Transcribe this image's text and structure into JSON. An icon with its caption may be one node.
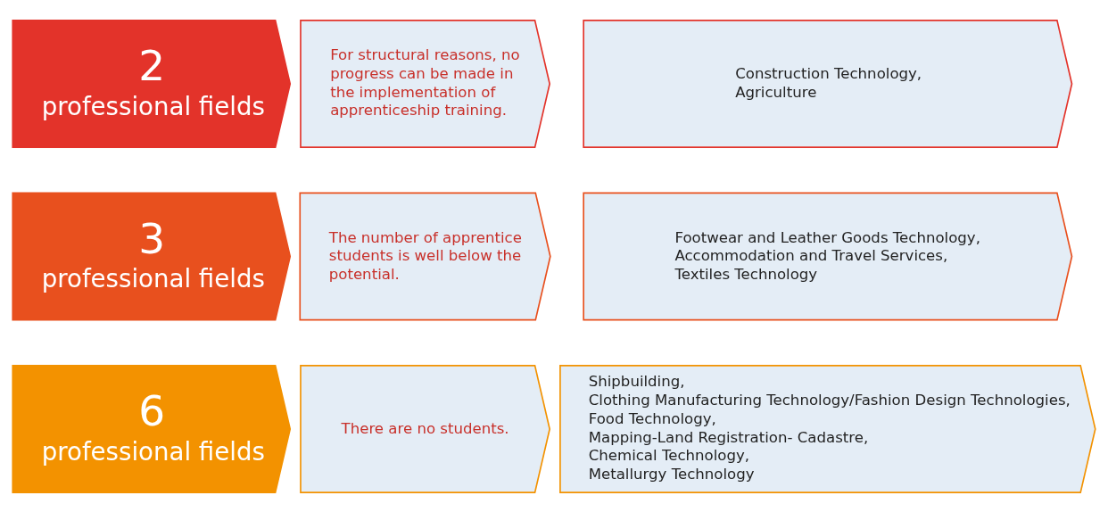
{
  "diagram": {
    "nodes": [
      {
        "text": [
          "6",
          "professional fields"
        ]
      },
      {
        "text": [
          "There are no students."
        ]
      },
      {
        "text": [
          "Shipbuilding,",
          "Clothing Manufacturing Technology/Fashion Design Technologies,",
          "Food Technology,",
          "Mapping-Land Registration- Cadastre,",
          "Chemical Technology,",
          "Metallurgy Technology"
        ]
      },
      {
        "text": [
          "3",
          "professional fields"
        ]
      },
      {
        "text": [
          "The number of apprentice students is well below the potential."
        ]
      },
      {
        "text": [
          "Footwear and Leather Goods Technology,",
          "Accommodation and Travel Services,",
          "Textiles Technology"
        ]
      },
      {
        "text": [
          "2",
          "professional fields"
        ]
      },
      {
        "text": [
          "For structural reasons, no progress can be made in the implementation of apprenticeship training."
        ]
      },
      {
        "text": [
          "Construction Technology,",
          "Agriculture"
        ]
      }
    ]
  }
}
